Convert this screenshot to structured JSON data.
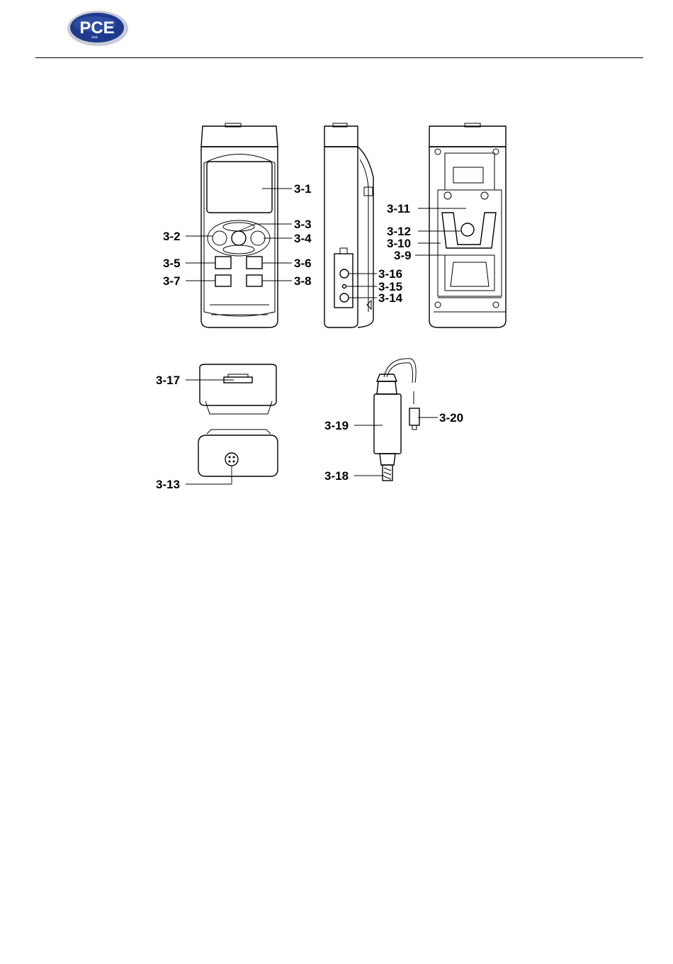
{
  "header": {
    "logo_text": "PCE",
    "logo_subtext": "Inst.",
    "logo_colors": {
      "badge_blue": "#1f3a8c",
      "badge_ring": "#c8ccd8",
      "text": "#ffffff"
    }
  },
  "figure": {
    "labels": {
      "l1": "3-1",
      "l2": "3-2",
      "l3": "3-3",
      "l4": "3-4",
      "l5": "3-5",
      "l6": "3-6",
      "l7": "3-7",
      "l8": "3-8",
      "l9": "3-9",
      "l10": "3-10",
      "l11": "3-11",
      "l12": "3-12",
      "l13": "3-13",
      "l14": "3-14",
      "l15": "3-15",
      "l16": "3-16",
      "l17": "3-17",
      "l18": "3-18",
      "l19": "3-19",
      "l20": "3-20"
    }
  }
}
